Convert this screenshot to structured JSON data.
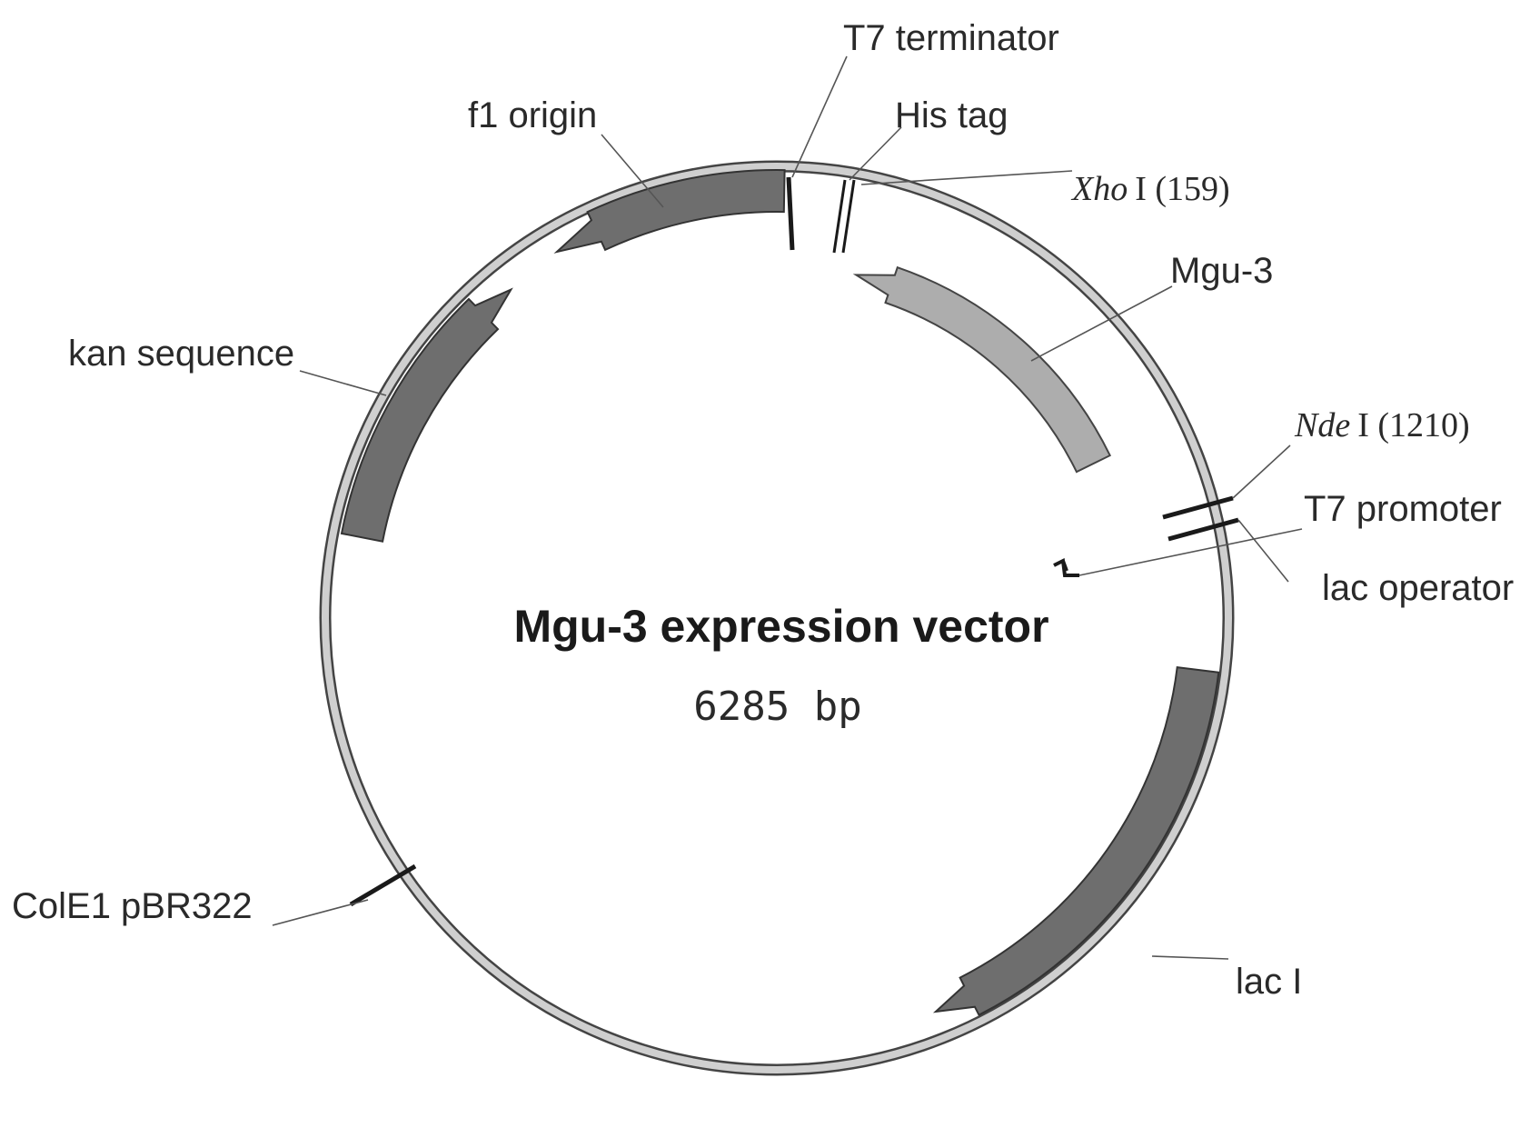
{
  "plasmid": {
    "name": "Mgu-3 expression vector",
    "size": "6285 bp"
  },
  "features": [
    {
      "key": "t7_terminator",
      "label": "T7 terminator"
    },
    {
      "key": "his_tag",
      "label": "His tag"
    },
    {
      "key": "f1_origin",
      "label": "f1 origin"
    },
    {
      "key": "mgu3",
      "label": "Mgu-3"
    },
    {
      "key": "kan",
      "label": "kan sequence"
    },
    {
      "key": "t7_promoter",
      "label": "T7 promoter"
    },
    {
      "key": "lac_operator",
      "label": "lac operator"
    },
    {
      "key": "cole1",
      "label": "ColE1 pBR322"
    },
    {
      "key": "lacI",
      "label": "lac I"
    }
  ],
  "sites": [
    {
      "key": "xho",
      "enzyme": "Xho",
      "suffix": "I (159)"
    },
    {
      "key": "nde",
      "enzyme": "Nde",
      "suffix": "I (1210)"
    }
  ],
  "colors": {
    "backbone": "#9a9a9a",
    "feature_dark": "#6e6e6e",
    "feature_light": "#adadad",
    "outline": "#333333"
  }
}
